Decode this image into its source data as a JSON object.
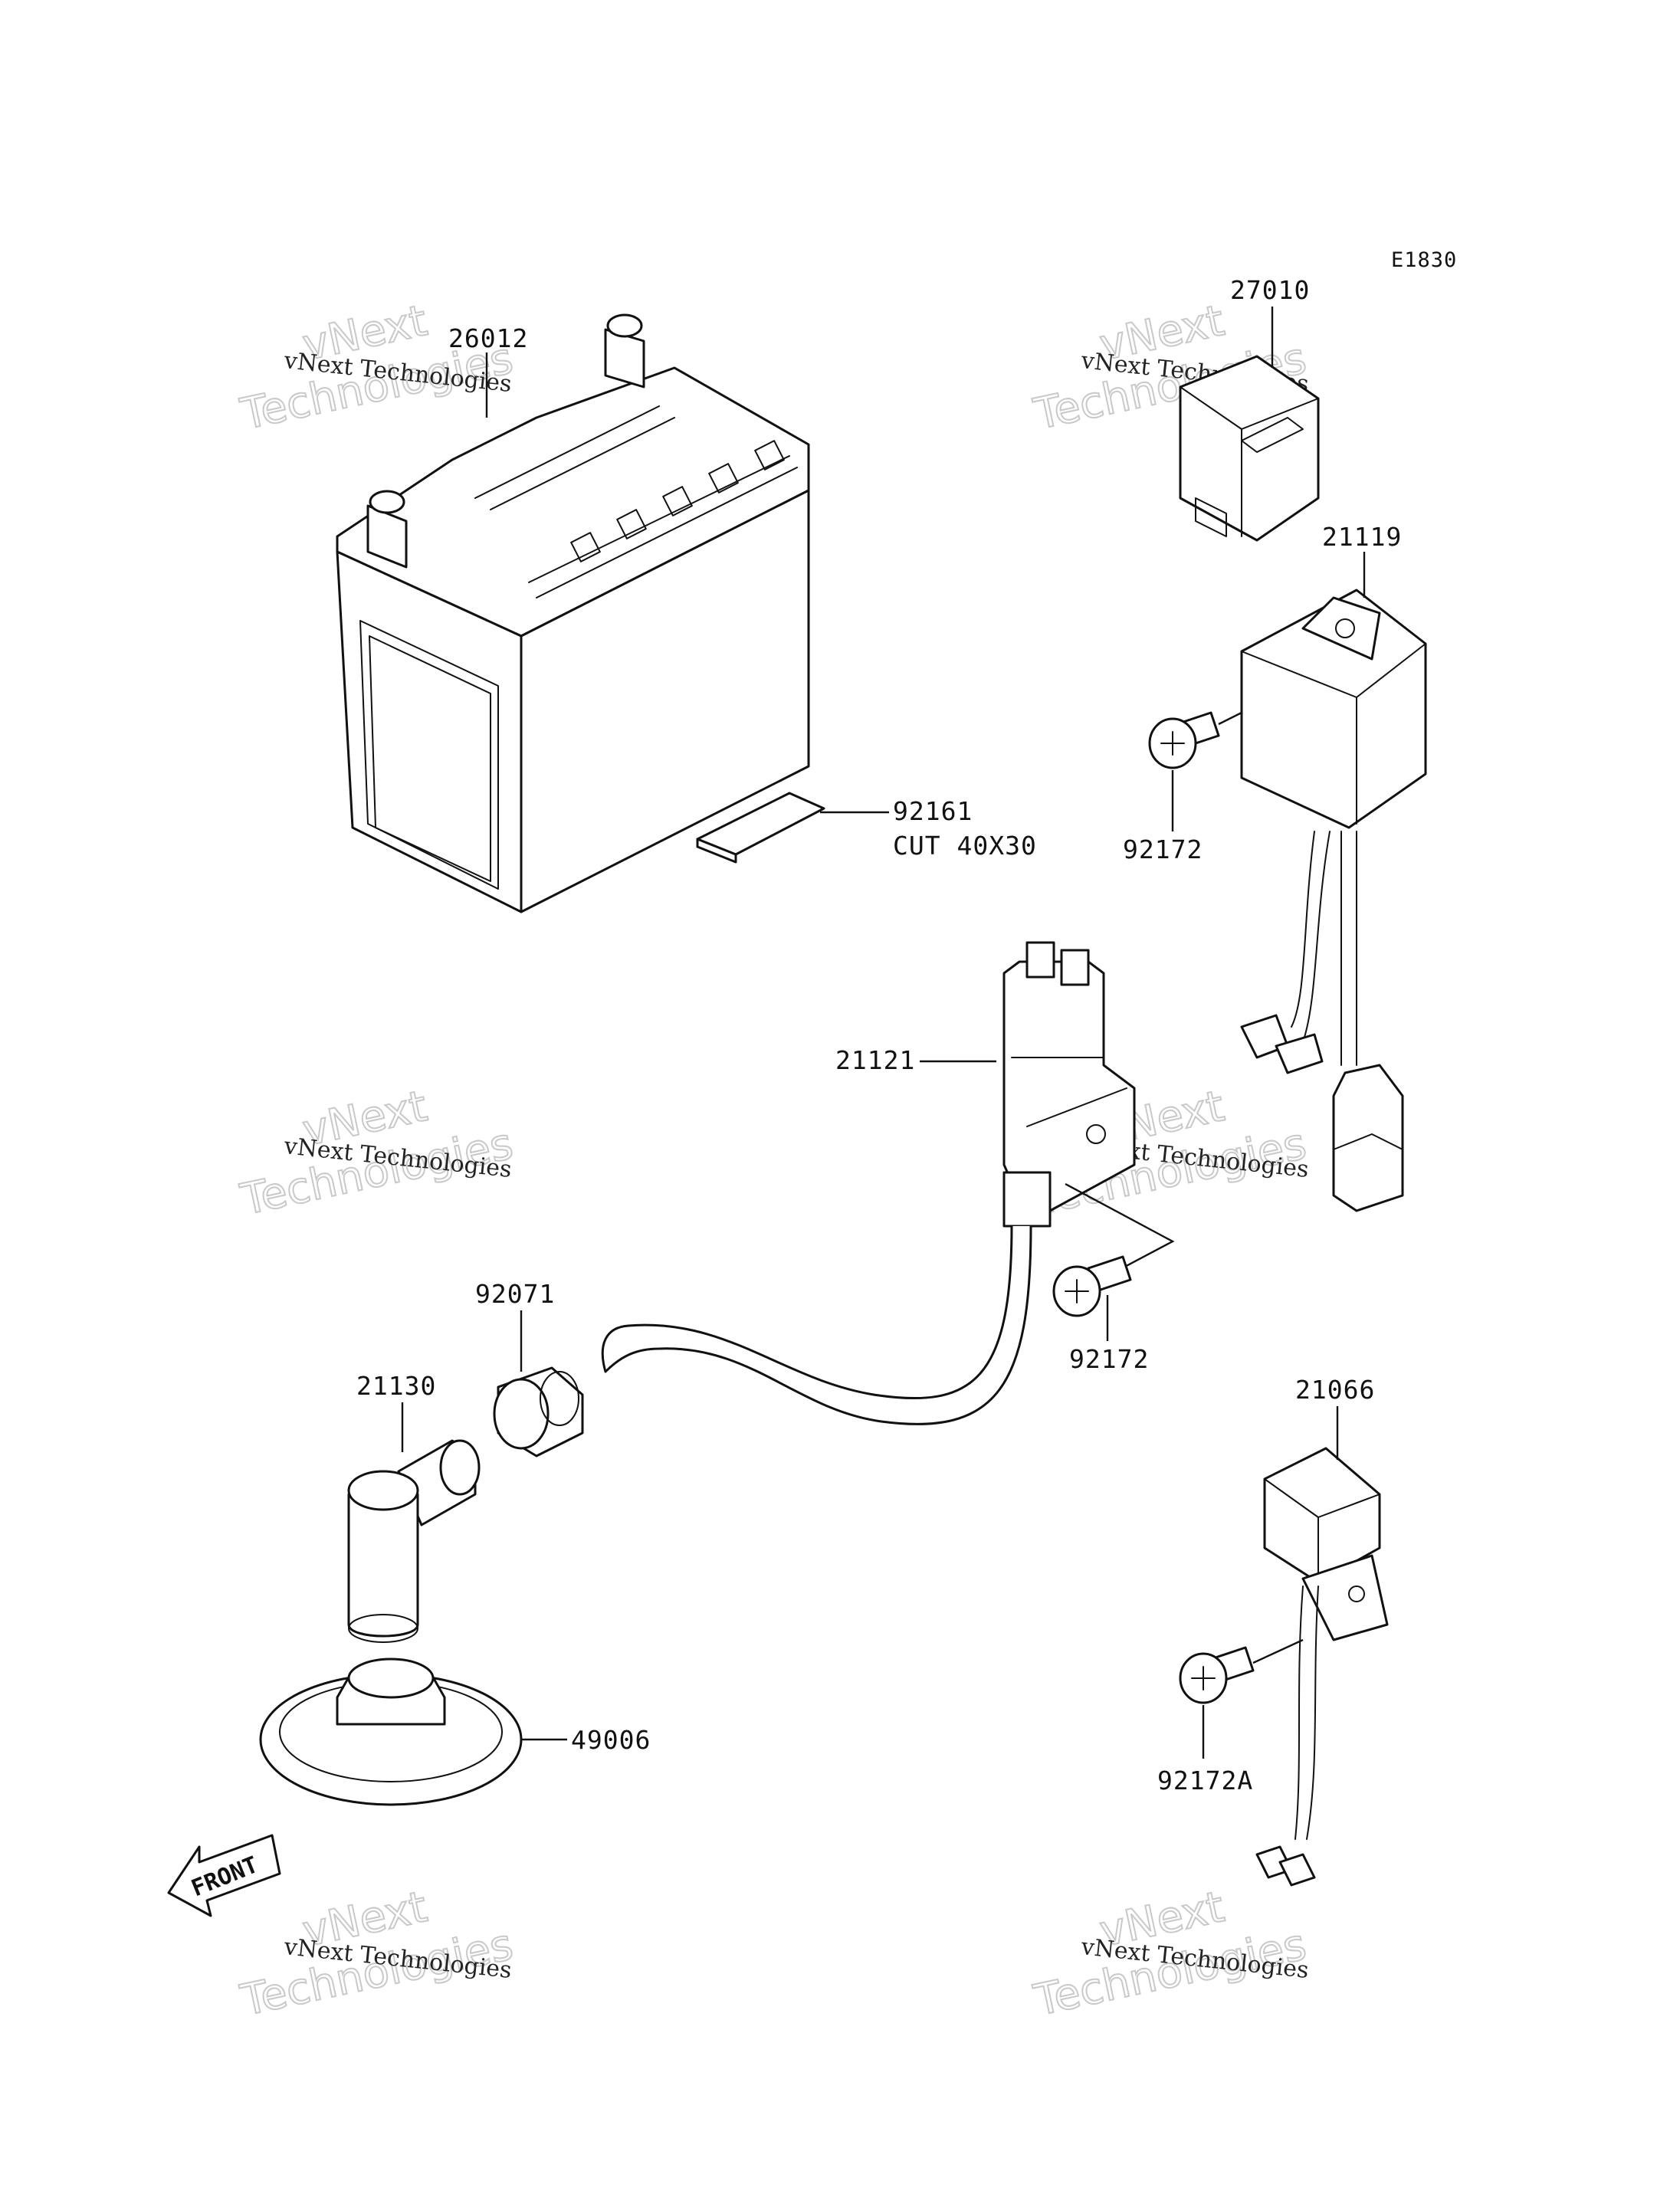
{
  "diagram_code": "E1830",
  "labels": {
    "p26012": "26012",
    "p27010": "27010",
    "p21119": "21119",
    "p92172_a": "92172",
    "p92161": "92161",
    "p92161_note": "CUT 40X30",
    "p21121": "21121",
    "p92172_b": "92172",
    "p92071": "92071",
    "p21130": "21130",
    "p21066": "21066",
    "p49006": "49006",
    "p92172A": "92172A"
  },
  "front_arrow": "FRONT",
  "watermark": {
    "line1": "vNext Technologies",
    "big_top": "vNext",
    "big_bottom": "Technologies"
  }
}
